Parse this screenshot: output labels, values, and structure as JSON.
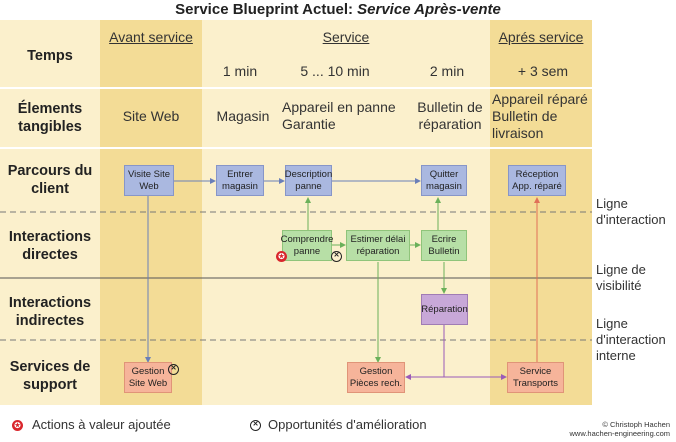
{
  "title": {
    "main": "Service Blueprint Actuel:",
    "italic": "Service Après-vente"
  },
  "rows": {
    "temps": "Temps",
    "elements": "Élements tangibles",
    "parcours": "Parcours du client",
    "interactions_directes": "Interactions directes",
    "interactions_indirectes": "Interactions indirectes",
    "services": "Services de support"
  },
  "phases": {
    "avant": "Avant service",
    "service": "Service",
    "apres": "Aprés service"
  },
  "times": {
    "t1": "1 min",
    "t2": "5 ... 10 min",
    "t3": "2 min",
    "t4": "+ 3 sem"
  },
  "tangibles": {
    "site": "Site Web",
    "magasin": "Magasin",
    "appareil": "Appareil en panne Garantie",
    "bulletin": "Bulletin de réparation",
    "repare": "Appareil réparé Bulletin de livraison"
  },
  "boxes": {
    "visite": "Visite Site Web",
    "entrer": "Entrer magasin",
    "description": "Description panne",
    "quitter": "Quitter magasin",
    "reception": "Réception App. réparé",
    "comprendre": "Comprendre panne",
    "estimer": "Estimer délai réparation",
    "ecrire": "Ecrire Bulletin",
    "reparation": "Réparation",
    "gestion_web": "Gestion Site Web",
    "gestion_pieces": "Gestion Pièces rech.",
    "transports": "Service Transports"
  },
  "lines": {
    "interaction": "Ligne d'interaction",
    "visibilite": "Ligne de visibilité",
    "interne": "Ligne d'interaction interne"
  },
  "legend": {
    "valeur": "Actions à valeur ajoutée",
    "opportunites": "Opportunités d'amélioration"
  },
  "credit": {
    "line1": "© Christoph Hachen",
    "line2": "www.hachen-engineering.com"
  },
  "colors": {
    "band_light": "#fbf0cc",
    "band_dark": "#f3dc96",
    "blue": "#aab8e0",
    "green": "#b7dfa6",
    "purple": "#c8a8d8",
    "orange": "#f6b49a"
  }
}
